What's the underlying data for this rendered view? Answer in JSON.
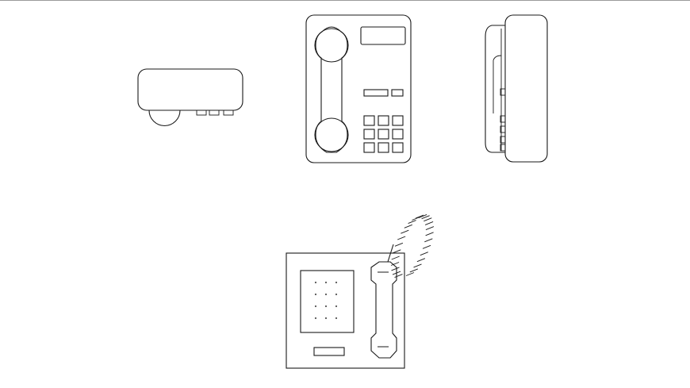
{
  "canvas": {
    "background": "#ffffff",
    "line_color": "#1a1a1a",
    "border_color": "#9a9a9a"
  },
  "views": [
    {
      "id": "plan",
      "icon": "telephone-top-view"
    },
    {
      "id": "front",
      "icon": "telephone-front-view"
    },
    {
      "id": "side",
      "icon": "telephone-side-view"
    },
    {
      "id": "wall",
      "icon": "wall-telephone-view"
    }
  ],
  "keypad": {
    "rows": 3,
    "columns": 3
  },
  "wall_keypad": {
    "rows": 4,
    "columns": 3
  }
}
